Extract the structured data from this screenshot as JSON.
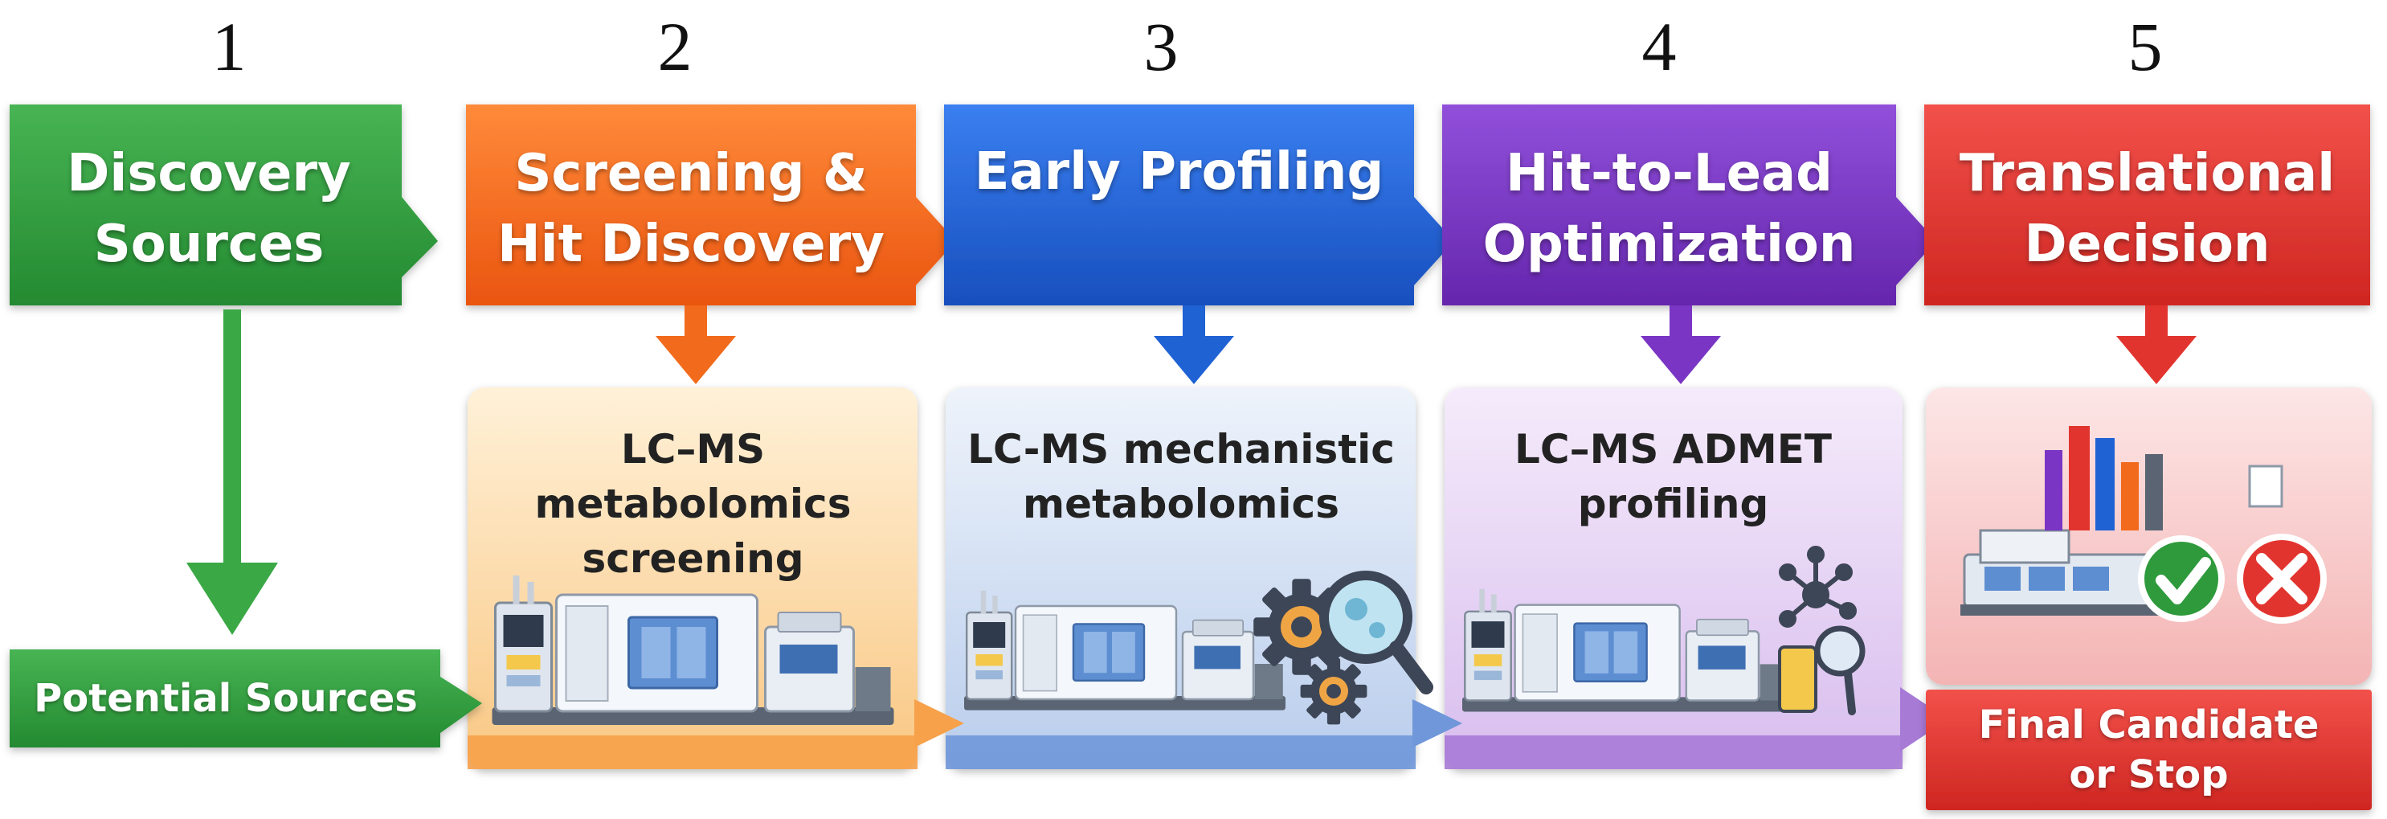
{
  "colors": {
    "green": "#2e9a3c",
    "orange": "#f26a1b",
    "blue": "#1f62d4",
    "purple": "#7a35c4",
    "red": "#e2342f"
  },
  "steps": [
    {
      "number": "1",
      "title": "Discovery\nSources",
      "color": "green"
    },
    {
      "number": "2",
      "title": "Screening &\nHit Discovery",
      "color": "orange",
      "card": "LC–MS metabolomics\nscreening"
    },
    {
      "number": "3",
      "title": "Early Profiling",
      "color": "blue",
      "card": "LC-MS mechanistic\nmetabolomics"
    },
    {
      "number": "4",
      "title": "Hit-to-Lead\nOptimization",
      "color": "purple",
      "card": "LC–MS ADMET\nprofiling"
    },
    {
      "number": "5",
      "title": "Translational\nDecision",
      "color": "red"
    }
  ],
  "bottom": {
    "start_label": "Potential Sources",
    "end_label": "Final Candidate\nor Stop"
  }
}
